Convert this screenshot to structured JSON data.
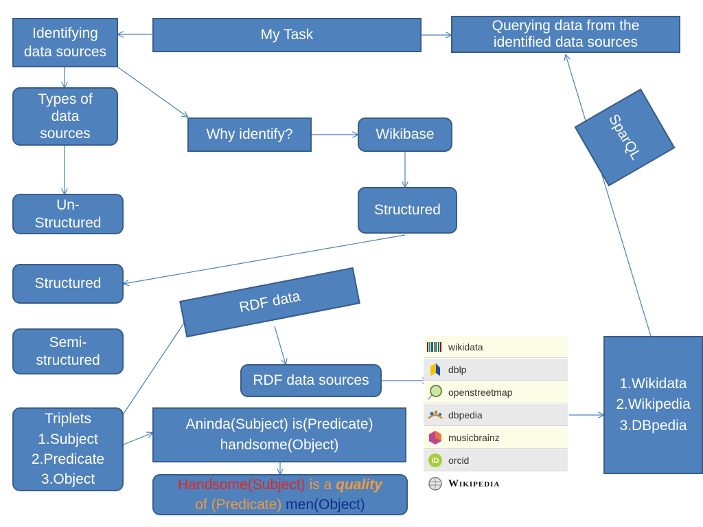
{
  "boxes": {
    "my_task": "My Task",
    "identifying": [
      "Identifying",
      "data sources"
    ],
    "querying": [
      "Querying data from the",
      "identified data sources"
    ],
    "types": [
      "Types of",
      "data",
      "sources"
    ],
    "why_identify": "Why identify?",
    "wikibase": "Wikibase",
    "unstructured": [
      "Un-",
      "Structured"
    ],
    "structured_right": "Structured",
    "structured_left": "Structured",
    "semi_structured": [
      "Semi-",
      "structured"
    ],
    "rdf_data": "RDF data",
    "sparql": "SparQL",
    "rdf_sources": "RDF data sources",
    "triplets": [
      "Triplets",
      "1.Subject",
      "2.Predicate",
      "3.Object"
    ],
    "aninda": [
      "Aninda(Subject) is(Predicate)",
      "handsome(Object)"
    ],
    "handsome": {
      "part1": "Handsome(Subject)",
      "part2": " is a ",
      "part3": "quality",
      "part4": "of (Predicate)",
      "part5": " men(Object)"
    },
    "sources_list": [
      "1.Wikidata",
      "2.Wikipedia",
      "3.DBpedia"
    ]
  },
  "datasource_list": [
    {
      "label": "wikidata",
      "icon": "wikidata-barcode-icon"
    },
    {
      "label": "dblp",
      "icon": "dblp-icon"
    },
    {
      "label": "openstreetmap",
      "icon": "openstreetmap-magnifier-icon"
    },
    {
      "label": "dbpedia",
      "icon": "dbpedia-icon"
    },
    {
      "label": "musicbrainz",
      "icon": "musicbrainz-icon"
    },
    {
      "label": "orcid",
      "icon": "orcid-icon"
    },
    {
      "label": "Wikipedia",
      "icon": "wikipedia-globe-icon"
    }
  ],
  "colors": {
    "box_fill": "#4f81bd",
    "box_border": "#385d8a",
    "connector": "#4a7ebb",
    "subject_red": "#e0261a",
    "predicate_orange": "#f39b3d",
    "object_navy": "#0f2f8a"
  }
}
